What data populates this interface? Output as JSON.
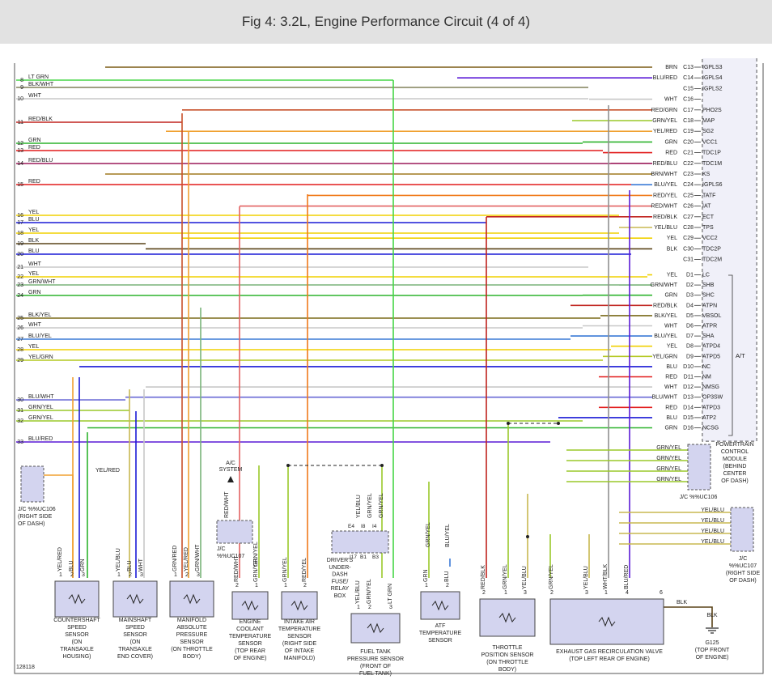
{
  "title": "Fig 4: 3.2L, Engine Performance Circuit (4 of 4)",
  "figure_code": "128118",
  "colors": {
    "GRN": "#2db32d",
    "BLK": "#5a4318",
    "WHT": "#c8c8c8",
    "RED": "#e21b1b",
    "YEL": "#f0d000",
    "BLU": "#1a1ad6",
    "BRN": "#7a5a14",
    "GRN/YEL": "#9ac82a",
    "RED/BLK": "#c0231e",
    "RED/BLU": "#9b1a5a",
    "RED/GRN": "#c8502a",
    "RED/WHT": "#e26262",
    "RED/YEL": "#f07a1a",
    "BLK/WHT": "#80805a",
    "BLU/RED": "#5a1ad6",
    "BLU/WHT": "#6a6ad6",
    "BLU/YEL": "#3a7ad6",
    "BRN/WHT": "#a07a20",
    "YEL/BLU": "#c8b850",
    "YEL/RED": "#f0a030",
    "GRN/WHT": "#7ab47a",
    "YEL/GRN": "#b4c820",
    "BLK/YEL": "#7a6a18",
    "WHT/BLK": "#909090",
    "LT GRN": "#46d646",
    "box": "#d3d4ef",
    "border": "#444444"
  },
  "left_wires": [
    {
      "num": "8",
      "label": "LT GRN",
      "wire": "LT GRN"
    },
    {
      "num": "9",
      "label": "BLK/WHT",
      "wire": "BLK/WHT"
    },
    {
      "num": "10",
      "label": "WHT",
      "wire": "WHT"
    },
    {
      "num": "11",
      "label": "RED/BLK",
      "wire": "RED/BLK"
    },
    {
      "num": "12",
      "label": "GRN",
      "wire": "GRN"
    },
    {
      "num": "13",
      "label": "RED",
      "wire": "RED"
    },
    {
      "num": "14",
      "label": "RED/BLU",
      "wire": "RED/BLU"
    },
    {
      "num": "15",
      "label": "RED",
      "wire": "RED"
    },
    {
      "num": "16",
      "label": "YEL",
      "wire": "YEL"
    },
    {
      "num": "17",
      "label": "BLU",
      "wire": "BLU"
    },
    {
      "num": "18",
      "label": "YEL",
      "wire": "YEL"
    },
    {
      "num": "19",
      "label": "BLK",
      "wire": "BLK"
    },
    {
      "num": "20",
      "label": "BLU",
      "wire": "BLU"
    },
    {
      "num": "21",
      "label": "WHT",
      "wire": "WHT"
    },
    {
      "num": "22",
      "label": "YEL",
      "wire": "YEL"
    },
    {
      "num": "23",
      "label": "GRN/WHT",
      "wire": "GRN/WHT"
    },
    {
      "num": "24",
      "label": "GRN",
      "wire": "GRN"
    },
    {
      "num": "25",
      "label": "BLK/YEL",
      "wire": "BLK/YEL"
    },
    {
      "num": "26",
      "label": "WHT",
      "wire": "WHT"
    },
    {
      "num": "27",
      "label": "BLU/YEL",
      "wire": "BLU/YEL"
    },
    {
      "num": "28",
      "label": "YEL",
      "wire": "YEL"
    },
    {
      "num": "29",
      "label": "YEL/GRN",
      "wire": "YEL/GRN"
    },
    {
      "num": "30",
      "label": "BLU/WHT",
      "wire": "BLU/WHT"
    },
    {
      "num": "31",
      "label": "GRN/YEL",
      "wire": "GRN/YEL"
    },
    {
      "num": "32",
      "label": "GRN/YEL",
      "wire": "GRN/YEL"
    },
    {
      "num": "33",
      "label": "BLU/RED",
      "wire": "BLU/RED"
    }
  ],
  "pcm_pins": [
    {
      "color": "BRN",
      "pin": "C13",
      "name": "IGPLS3"
    },
    {
      "color": "BLU/RED",
      "pin": "C14",
      "name": "IGPLS4"
    },
    {
      "color": "",
      "pin": "C15",
      "name": "IGPLS2"
    },
    {
      "color": "WHT",
      "pin": "C16",
      "name": ""
    },
    {
      "color": "RED/GRN",
      "pin": "C17",
      "name": "PHO2S"
    },
    {
      "color": "GRN/YEL",
      "pin": "C18",
      "name": "MAP"
    },
    {
      "color": "YEL/RED",
      "pin": "C19",
      "name": "SG2"
    },
    {
      "color": "GRN",
      "pin": "C20",
      "name": "VCC1"
    },
    {
      "color": "RED",
      "pin": "C21",
      "name": "TDC1P"
    },
    {
      "color": "RED/BLU",
      "pin": "C22",
      "name": "TDC1M"
    },
    {
      "color": "BRN/WHT",
      "pin": "C23",
      "name": "KS"
    },
    {
      "color": "BLU/YEL",
      "pin": "C24",
      "name": "IGPLS6"
    },
    {
      "color": "RED/YEL",
      "pin": "C25",
      "name": "TATF"
    },
    {
      "color": "RED/WHT",
      "pin": "C26",
      "name": "IAT"
    },
    {
      "color": "RED/BLK",
      "pin": "C27",
      "name": "ECT"
    },
    {
      "color": "YEL/BLU",
      "pin": "C28",
      "name": "TPS"
    },
    {
      "color": "YEL",
      "pin": "C29",
      "name": "VCC2"
    },
    {
      "color": "BLK",
      "pin": "C30",
      "name": "TDC2P"
    },
    {
      "color": "",
      "pin": "C31",
      "name": "TDC2M"
    },
    {
      "color": "YEL",
      "pin": "D1",
      "name": "LC"
    },
    {
      "color": "GRN/WHT",
      "pin": "D2",
      "name": "SHB"
    },
    {
      "color": "GRN",
      "pin": "D3",
      "name": "SHC"
    },
    {
      "color": "RED/BLK",
      "pin": "D4",
      "name": "ATPN"
    },
    {
      "color": "BLK/YEL",
      "pin": "D5",
      "name": "VBSOL"
    },
    {
      "color": "WHT",
      "pin": "D6",
      "name": "ATPR"
    },
    {
      "color": "BLU/YEL",
      "pin": "D7",
      "name": "SHA"
    },
    {
      "color": "YEL",
      "pin": "D8",
      "name": "ATPD4"
    },
    {
      "color": "YEL/GRN",
      "pin": "D9",
      "name": "ATPD5"
    },
    {
      "color": "BLU",
      "pin": "D10",
      "name": "NC"
    },
    {
      "color": "RED",
      "pin": "D11",
      "name": "NM"
    },
    {
      "color": "WHT",
      "pin": "D12",
      "name": "NMSG"
    },
    {
      "color": "BLU/WHT",
      "pin": "D13",
      "name": "OP3SW"
    },
    {
      "color": "RED",
      "pin": "D14",
      "name": "ATPD3"
    },
    {
      "color": "BLU",
      "pin": "D15",
      "name": "ATP2"
    },
    {
      "color": "GRN",
      "pin": "D16",
      "name": "NCSG"
    }
  ],
  "at_label": "A/T",
  "pcm_label": [
    "POWERTRAIN",
    "CONTROL",
    "MODULE",
    "(BEHIND",
    "CENTER",
    "OF DASH)"
  ],
  "jc106_right_wires": [
    "GRN/YEL",
    "GRN/YEL",
    "GRN/YEL",
    "GRN/YEL"
  ],
  "jc106_right_label": "J/C %%UC106",
  "jc107_right_wires": [
    "YEL/BLU",
    "YEL/BLU",
    "YEL/BLU",
    "YEL/BLU"
  ],
  "jc107_right_label": [
    "J/C",
    "%%UC107",
    "(RIGHT SIDE",
    "OF DASH)"
  ],
  "jc106_left_label": [
    "J/C %%UC106",
    "(RIGHT SIDE",
    "OF DASH)"
  ],
  "jc106_left_wire": "YEL/RED",
  "ac_system": [
    "A/C",
    "SYSTEM"
  ],
  "jc107_mid_label": [
    "J/C",
    "%%UC107"
  ],
  "fuse_box": {
    "pins": [
      "E4",
      "I17",
      "I8",
      "I4",
      "B1",
      "B3"
    ],
    "label": [
      "DRIVER'S",
      "UNDER-",
      "DASH",
      "FUSE/",
      "RELAY",
      "BOX"
    ]
  },
  "components": [
    {
      "id": "countershaft",
      "label": [
        "COUNTERSHAFT",
        "SPEED",
        "SENSOR",
        "(ON",
        "TRANSAXLE",
        "HOUSING)"
      ],
      "pins": [
        "1",
        "2",
        "3"
      ],
      "wires": [
        "YEL/RED",
        "BLU",
        "GRN"
      ]
    },
    {
      "id": "mainshaft",
      "label": [
        "MAINSHAFT",
        "SPEED",
        "SENSOR",
        "(ON",
        "TRANSAXLE",
        "END COVER)"
      ],
      "pins": [
        "1",
        "2",
        "3"
      ],
      "wires": [
        "YEL/BLU",
        "BLU",
        "WHT"
      ]
    },
    {
      "id": "map",
      "label": [
        "MANIFOLD",
        "ABSOLUTE",
        "PRESSURE",
        "SENSOR",
        "(ON THROTTLE",
        "BODY)"
      ],
      "pins": [
        "1",
        "2",
        "3"
      ],
      "wires": [
        "GRN/RED",
        "YEL/RED",
        "GRN/WHT"
      ]
    },
    {
      "id": "ect",
      "label": [
        "ENGINE",
        "COOLANT",
        "TEMPERATURE",
        "SENSOR",
        "(TOP REAR",
        "OF ENGINE)"
      ],
      "pins": [
        "2",
        "1"
      ],
      "wires": [
        "RED/WHT",
        "GRN/YEL"
      ]
    },
    {
      "id": "iat",
      "label": [
        "INTAKE AIR",
        "TEMPERATURE",
        "SENSOR",
        "(RIGHT SIDE",
        "OF INTAKE",
        "MANIFOLD)"
      ],
      "pins": [
        "1",
        "2"
      ],
      "wires": [
        "GRN/YEL",
        "RED/YEL"
      ]
    },
    {
      "id": "fueltank",
      "label": [
        "FUEL TANK",
        "PRESSURE SENSOR",
        "(FRONT OF",
        "FUEL TANK)"
      ],
      "pins": [
        "1",
        "2",
        "3"
      ],
      "wires": [
        "YEL/BLU",
        "GRN/YEL",
        "LT GRN"
      ]
    },
    {
      "id": "atf",
      "label": [
        "ATF",
        "TEMPERATURE",
        "SENSOR"
      ],
      "pins": [
        "1",
        "2"
      ],
      "wires": [
        "GRN",
        "BLU"
      ]
    },
    {
      "id": "tps",
      "label": [
        "THROTTLE",
        "POSITION SENSOR",
        "(ON THROTTLE",
        "BODY)"
      ],
      "pins": [
        "2",
        "1",
        "3"
      ],
      "wires": [
        "RED/BLK",
        "GRN/YEL",
        "YEL/BLU"
      ]
    },
    {
      "id": "egr",
      "label": [
        "EXHAUST GAS RECIRCULATION VALVE",
        "(TOP LEFT REAR OF ENGINE)"
      ],
      "pins": [
        "2",
        "3",
        "1",
        "4",
        "6"
      ],
      "wires": [
        "GRN/YEL",
        "YEL/BLU",
        "WHT/BLK",
        "BLU/RED",
        "BLK"
      ]
    }
  ],
  "ground": {
    "wire": "BLK",
    "label": [
      "G125",
      "(TOP FRONT",
      "OF ENGINE)"
    ]
  },
  "upper_labels": {
    "ac_wire": "RED/WHT",
    "ac_wire2": "GRN/YEL",
    "fuse_wires": [
      "YEL/BLU",
      "GRN/YEL",
      "GRN/YEL"
    ],
    "atf_wires": [
      "GRN/YEL",
      "BLU/YEL"
    ]
  }
}
